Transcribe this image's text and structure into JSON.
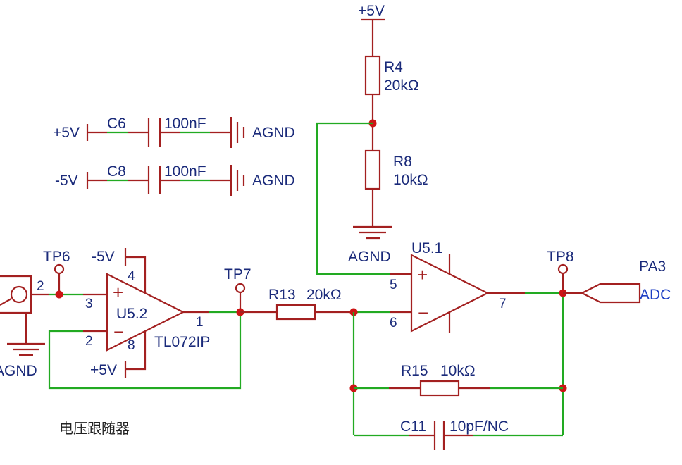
{
  "supply": {
    "pos5v": "+5V",
    "neg5v": "-5V",
    "agnd": "AGND"
  },
  "decoupling": [
    {
      "rail": "+5V",
      "ref": "C6",
      "value": "100nF",
      "gnd": "AGND"
    },
    {
      "rail": "-5V",
      "ref": "C8",
      "value": "100nF",
      "gnd": "AGND"
    }
  ],
  "divider": {
    "top_rail": "+5V",
    "r4": {
      "ref": "R4",
      "value": "20kΩ"
    },
    "r8": {
      "ref": "R8",
      "value": "10kΩ"
    },
    "gnd": "AGND"
  },
  "follower": {
    "ref": "U5.2",
    "part": "TL072IP",
    "neg_rail": "-5V",
    "pos_rail": "+5V",
    "pins": {
      "in_plus": "3",
      "in_minus": "2",
      "out": "1",
      "vneg": "4",
      "vpos": "8"
    },
    "input_pin": "2",
    "input_gnd": "AGND",
    "testpoint_in": "TP6",
    "testpoint_out": "TP7",
    "caption": "电压跟随器"
  },
  "amplifier": {
    "ref": "U5.1",
    "pins": {
      "in_plus": "5",
      "in_minus": "6",
      "out": "7"
    },
    "r13": {
      "ref": "R13",
      "value": "20kΩ"
    },
    "r15": {
      "ref": "R15",
      "value": "10kΩ"
    },
    "c11": {
      "ref": "C11",
      "value": "10pF/NC"
    },
    "testpoint_out": "TP8"
  },
  "output": {
    "net": "PA3",
    "port": "ADC"
  },
  "colors": {
    "wire": "#22aa22",
    "component": "#a32020",
    "junction": "#cc1515",
    "label": "#1a2a7a",
    "signal": "#1e3fc4"
  }
}
